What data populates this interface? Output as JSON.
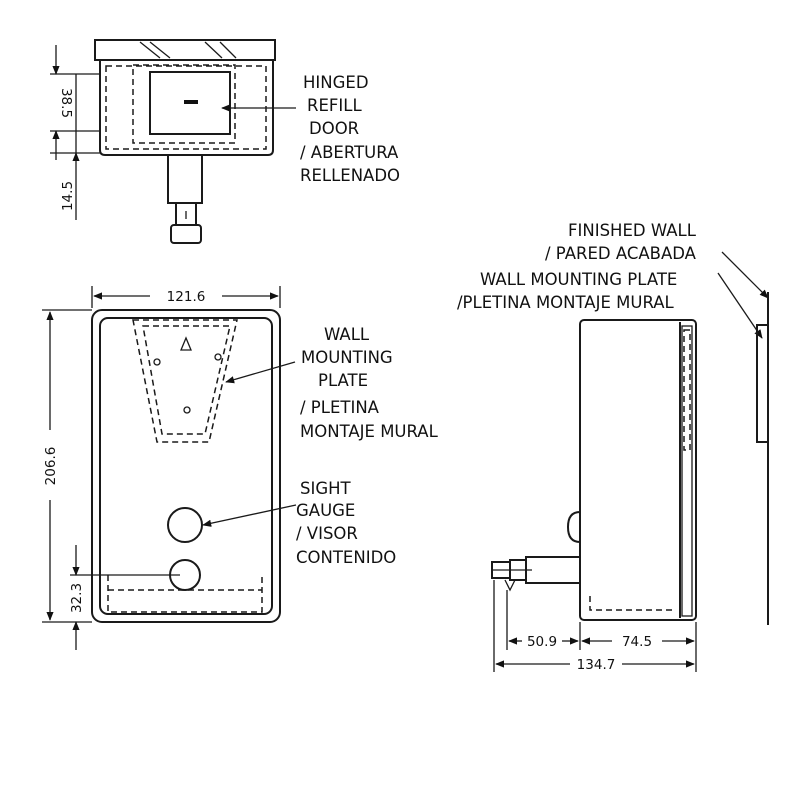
{
  "top_view": {
    "dim_top": "38.5",
    "dim_bottom": "14.5",
    "callout": [
      "HINGED",
      "REFILL",
      "DOOR",
      "/ ABERTURA",
      "RELLENADO"
    ]
  },
  "front_view": {
    "dim_width": "121.6",
    "dim_height": "206.6",
    "dim_bottom": "32.3",
    "plate_callout": [
      "WALL",
      "MOUNTING",
      "PLATE",
      "/ PLETINA",
      "MONTAJE MURAL"
    ],
    "gauge_callout": [
      "SIGHT",
      "GAUGE",
      "/ VISOR",
      "CONTENIDO"
    ]
  },
  "side_view": {
    "wall_label": [
      "FINISHED  WALL",
      "/ PARED ACABADA"
    ],
    "plate_label": [
      "WALL  MOUNTING  PLATE",
      "/PLETINA MONTAJE MURAL"
    ],
    "dim_left": "50.9",
    "dim_right": "74.5",
    "dim_total": "134.7"
  }
}
